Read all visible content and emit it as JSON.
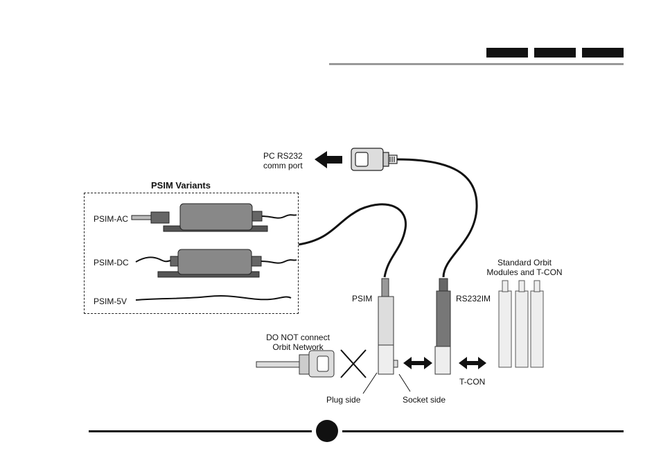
{
  "labels": {
    "pc_port": "PC RS232\ncomm port",
    "variants_title": "PSIM Variants",
    "psim_ac": "PSIM-AC",
    "psim_dc": "PSIM-DC",
    "psim_5v": "PSIM-5V",
    "psim": "PSIM",
    "rs232im": "RS232IM",
    "standard_orbit": "Standard Orbit\nModules and T-CON",
    "do_not_connect": "DO NOT connect\nOrbit Network",
    "plug_side": "Plug side",
    "socket_side": "Socket side",
    "tcon": "T-CON"
  }
}
